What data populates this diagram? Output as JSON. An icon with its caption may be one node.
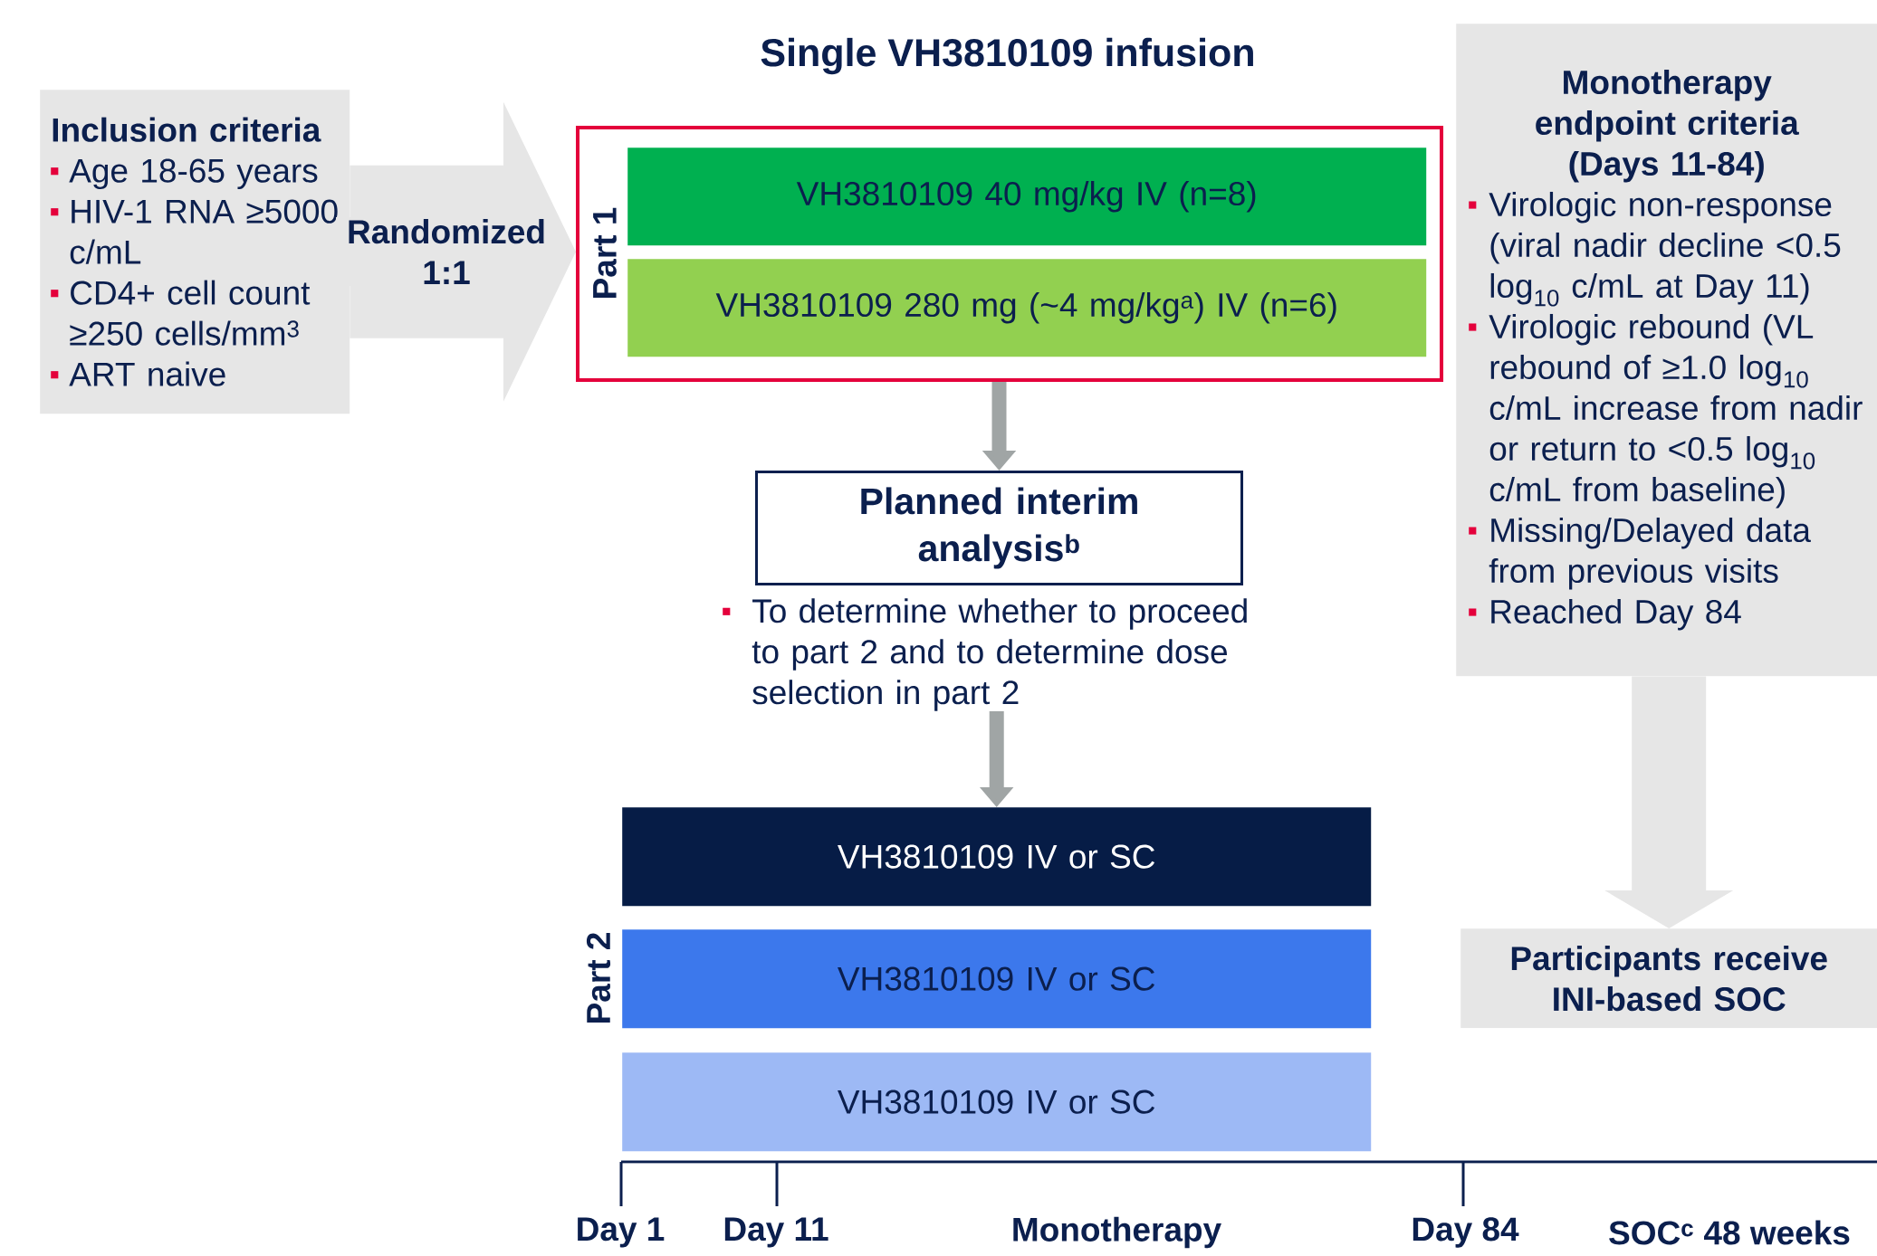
{
  "diagram": {
    "title": "Single VH3810109 infusion",
    "nodes": [
      {
        "text": [
          "Inclusion criteria",
          "Age 18-65 years",
          "HIV-1 RNA ≥5000 c/mL",
          "CD4+ cell count ≥250 cells/mm$^{3}$",
          "ART naive"
        ]
      },
      {
        "text": [
          "Part 1"
        ]
      },
      {
        "text": [
          "VH3810109 40 mg/kg IV (n=8)"
        ],
        "in": 1
      },
      {
        "text": [
          "VH3810109 280 mg (~4 mg/kg$^{a}$) IV (n=6)"
        ],
        "in": 1
      },
      {
        "text": [
          "Planned interim analysis$^{b}$"
        ],
        "beside": [
          "To determine whether to proceed to part 2 and to determine dose selection in part 2"
        ]
      },
      {
        "text": [
          "VH3810109 IV or SC"
        ]
      },
      {
        "text": [
          "VH3810109 IV or SC"
        ]
      },
      {
        "text": [
          "VH3810109 IV or SC"
        ]
      },
      {
        "text": [
          "Monotherapy endpoint criteria (Days 11-84)",
          "Virologic non-response (viral nadir decline <0.5 log$_{10}$ c/mL at Day 11)",
          "Virologic rebound (VL rebound of ≥1.0 log$_{10}$ c/mL increase from nadir or return to <0.5 log$_{10}$ c/mL from baseline)",
          "Missing/Delayed data from previous visits",
          "Reached Day 84"
        ]
      },
      {
        "text": [
          "Participants receive INI-based SOC"
        ]
      }
    ],
    "edges": [
      {
        "from": 0,
        "to": 1,
        "arrow": "to",
        "label": "Randomized 1:1",
        "style": "thick",
        "color": "#e6e6e6"
      },
      {
        "from": 1,
        "to": 4,
        "arrow": "to",
        "color": "#a0a5a5"
      },
      {
        "from": 4,
        "to": 5,
        "arrow": "to",
        "color": "#a0a5a5"
      },
      {
        "from": 8,
        "to": 9,
        "arrow": "to",
        "style": "thick",
        "color": "#e6e6e6"
      }
    ],
    "labels": [
      "Part 2",
      "Day 1",
      "Day 11",
      "Monotherapy",
      "Day 84",
      "SOC$^{c}$ 48 weeks"
    ]
  }
}
